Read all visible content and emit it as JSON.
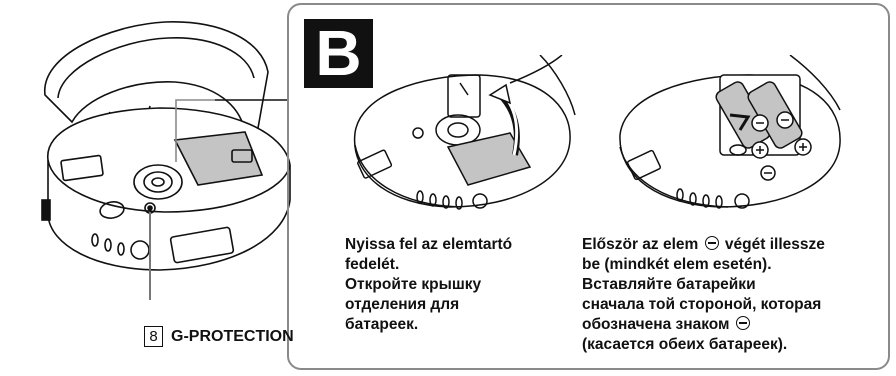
{
  "badge": "B",
  "label": {
    "number": "8",
    "text": "G-PROTECTION"
  },
  "caption_left": {
    "lines": [
      "Nyissa fel az elemtartó",
      "fedelét.",
      "Откройте крышку",
      "отделения для",
      "батареек."
    ]
  },
  "caption_right": {
    "l1a": "Először az elem ",
    "l1b": " végét illessze",
    "l2": "be (mindkét elem esetén).",
    "l3": "Вставляйте батарейки",
    "l4": "сначала той стороной, которая",
    "l5": "обозначена знаком ",
    "l6": "(касается обеих батареек)."
  },
  "colors": {
    "outline": "#111111",
    "panel_border": "#8a8a8a",
    "gray_fill": "#c4c4c4",
    "badge_bg": "#111111"
  }
}
